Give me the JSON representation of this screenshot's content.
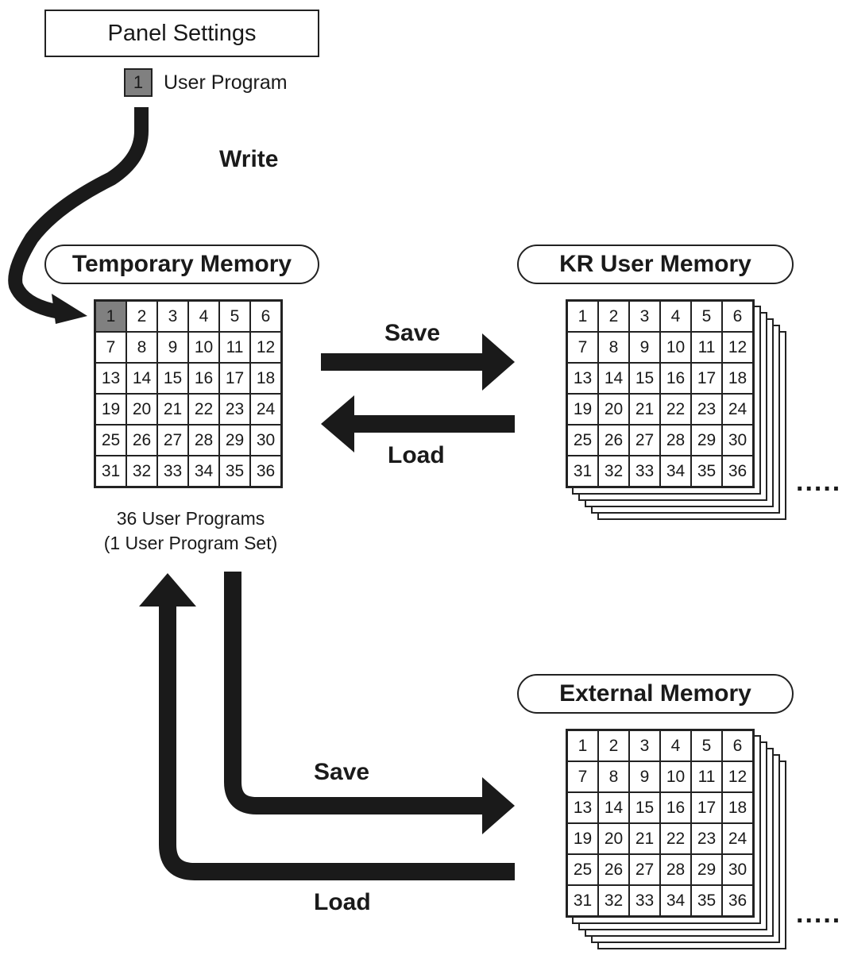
{
  "panel_settings": {
    "title": "Panel Settings",
    "legend_number": "1",
    "legend_label": "User Program"
  },
  "write_label": "Write",
  "temporary_memory": {
    "title": "Temporary Memory",
    "caption_line1": "36 User Programs",
    "caption_line2": "(1 User Program Set)"
  },
  "kr_user_memory": {
    "title": "KR User Memory",
    "more": "....."
  },
  "external_memory": {
    "title": "External Memory",
    "more": "....."
  },
  "arrows": {
    "save_top": "Save",
    "load_top": "Load",
    "save_bottom": "Save",
    "load_bottom": "Load"
  },
  "grid_numbers": [
    "1",
    "2",
    "3",
    "4",
    "5",
    "6",
    "7",
    "8",
    "9",
    "10",
    "11",
    "12",
    "13",
    "14",
    "15",
    "16",
    "17",
    "18",
    "19",
    "20",
    "21",
    "22",
    "23",
    "24",
    "25",
    "26",
    "27",
    "28",
    "29",
    "30",
    "31",
    "32",
    "33",
    "34",
    "35",
    "36"
  ],
  "highlighted_cell": "1",
  "colors": {
    "stroke": "#1a1a1a",
    "highlight": "#808080",
    "background": "#ffffff"
  }
}
